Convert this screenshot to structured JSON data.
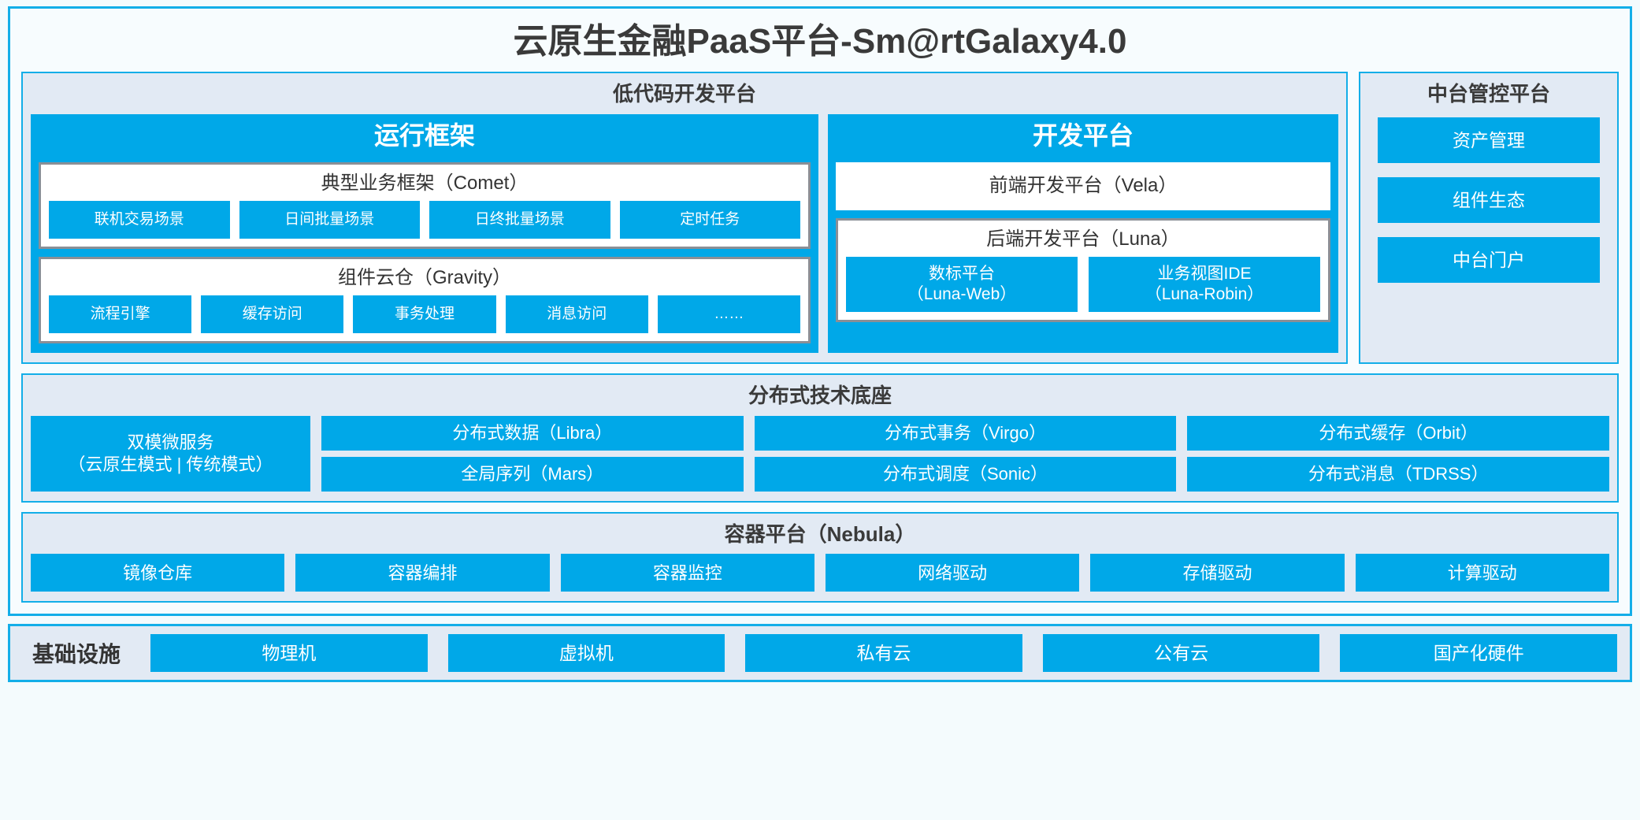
{
  "title": "云原生金融PaaS平台-Sm@rtGalaxy4.0",
  "colors": {
    "accent": "#13aee8",
    "block": "#00a8e8",
    "panel_bg": "#e2eaf4",
    "frame_bg": "#f7fcfe",
    "card_border": "#8a8f96",
    "text": "#333333"
  },
  "lowcode": {
    "title": "低代码开发平台",
    "runtime": {
      "title": "运行框架",
      "comet": {
        "title": "典型业务框架（Comet）",
        "items": [
          "联机交易场景",
          "日间批量场景",
          "日终批量场景",
          "定时任务"
        ]
      },
      "gravity": {
        "title": "组件云仓（Gravity）",
        "items": [
          "流程引擎",
          "缓存访问",
          "事务处理",
          "消息访问",
          "……"
        ]
      }
    },
    "devplatform": {
      "title": "开发平台",
      "vela": "前端开发平台（Vela）",
      "luna": {
        "title": "后端开发平台（Luna）",
        "items": [
          {
            "name": "数标平台",
            "code": "（Luna-Web）"
          },
          {
            "name": "业务视图IDE",
            "code": "（Luna-Robin）"
          }
        ]
      }
    }
  },
  "management": {
    "title": "中台管控平台",
    "items": [
      "资产管理",
      "组件生态",
      "中台门户"
    ]
  },
  "distributed": {
    "title": "分布式技术底座",
    "microservice": {
      "name": "双模微服务",
      "modes": "（云原生模式 | 传统模式）"
    },
    "columns": [
      [
        "分布式数据（Libra）",
        "全局序列（Mars）"
      ],
      [
        "分布式事务（Virgo）",
        "分布式调度（Sonic）"
      ],
      [
        "分布式缓存（Orbit）",
        "分布式消息（TDRSS）"
      ]
    ]
  },
  "container": {
    "title": "容器平台（Nebula）",
    "items": [
      "镜像仓库",
      "容器编排",
      "容器监控",
      "网络驱动",
      "存储驱动",
      "计算驱动"
    ]
  },
  "infrastructure": {
    "label": "基础设施",
    "items": [
      "物理机",
      "虚拟机",
      "私有云",
      "公有云",
      "国产化硬件"
    ]
  }
}
